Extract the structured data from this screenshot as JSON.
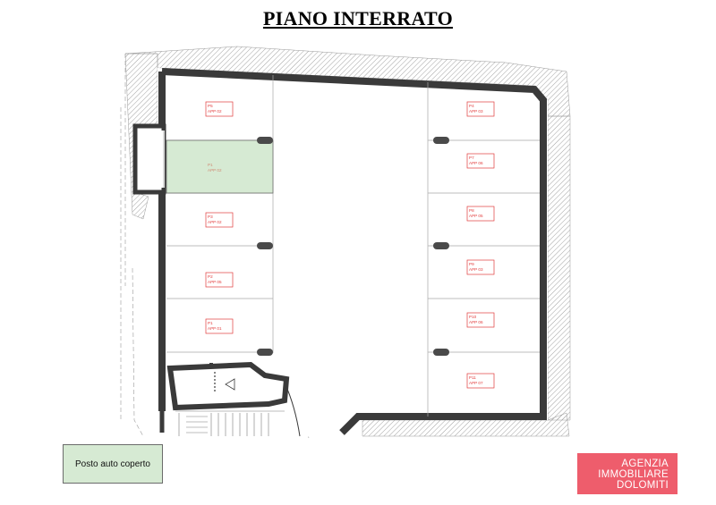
{
  "title": "PIANO INTERRATO",
  "legend": {
    "label": "Posto auto coperto",
    "color": "#d6ead3"
  },
  "logo": {
    "line1": "AGENZIA",
    "line2": "IMMOBILIARE",
    "line3": "DOLOMITI",
    "color": "#ee5d6c"
  },
  "spaces": [
    {
      "id": "P5",
      "apt": "APP 02",
      "highlighted": false
    },
    {
      "id": "P4",
      "apt": "APP 03",
      "highlighted": false
    },
    {
      "id": "P1",
      "apt": "APP 02",
      "highlighted": true
    },
    {
      "id": "P7",
      "apt": "APP 06",
      "highlighted": false
    },
    {
      "id": "P3",
      "apt": "APP 02",
      "highlighted": false
    },
    {
      "id": "P8",
      "apt": "APP 05",
      "highlighted": false
    },
    {
      "id": "P2",
      "apt": "APP 05",
      "highlighted": false
    },
    {
      "id": "P9",
      "apt": "APP 03",
      "highlighted": false
    },
    {
      "id": "P1",
      "apt": "APP 01",
      "highlighted": false
    },
    {
      "id": "P10",
      "apt": "APP 06",
      "highlighted": false
    },
    {
      "id": "P11",
      "apt": "APP 07",
      "highlighted": false
    }
  ]
}
